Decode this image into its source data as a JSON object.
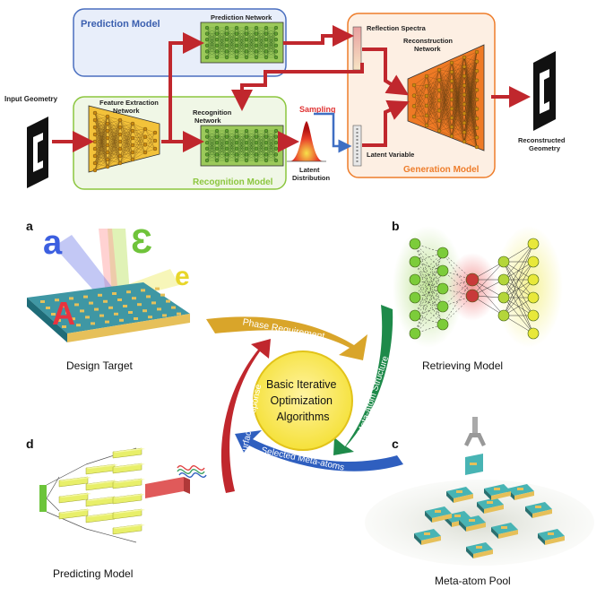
{
  "top": {
    "input_geometry": "Input Geometry",
    "prediction_model": "Prediction Model",
    "prediction_network": "Prediction Network",
    "feature_extraction": [
      "Feature Extraction",
      "Network"
    ],
    "recognition_network": [
      "Recognition",
      "Network"
    ],
    "recognition_model": "Recognition Model",
    "sampling": "Sampling",
    "latent_distribution": [
      "Latent",
      "Distribution"
    ],
    "reflection_spectra": "Reflection Spectra",
    "latent_variable": "Latent Variable",
    "reconstruction_network": [
      "Reconstruction",
      "Network"
    ],
    "generation_model": "Generation Model",
    "reconstructed_geometry": [
      "Reconstructed",
      "Geometry"
    ]
  },
  "bottom": {
    "panel_a": "a",
    "panel_b": "b",
    "panel_c": "c",
    "panel_d": "d",
    "design_target": "Design Target",
    "retrieving_model": "Retrieving Model",
    "meta_atom_pool": "Meta-atom Pool",
    "predicting_model": "Predicting Model",
    "center": [
      "Basic Iterative",
      "Optimization",
      "Algorithms"
    ],
    "phase_requirement": "Phase Requirement",
    "meta_atom_structure": "Meta-atom Structure",
    "selected_meta_atoms": "Selected Meta-atoms",
    "metasurface_response": "Metasurface Response",
    "target_letters": [
      "a",
      "A",
      "Ɛ",
      "e"
    ]
  },
  "colors": {
    "prediction_blue": "#4a6fbf",
    "recognition_green": "#8cc63f",
    "generation_orange": "#ee7d2b",
    "arrow_red": "#c0272d",
    "network_green": "#9bc95a",
    "network_yellow": "#f3c23a",
    "network_orange": "#ef7a25"
  }
}
